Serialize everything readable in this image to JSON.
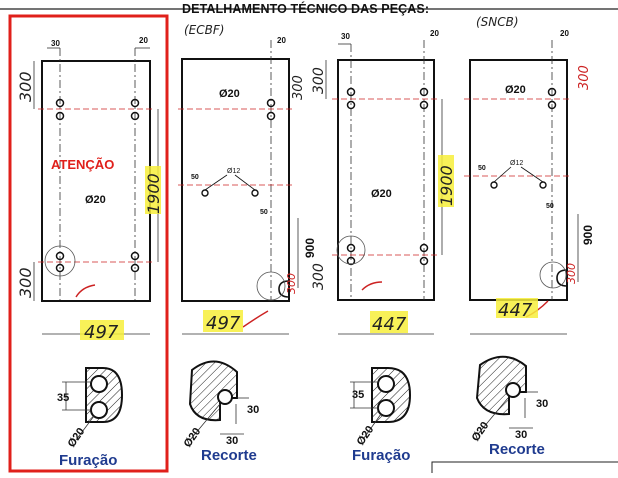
{
  "sheet": {
    "title": "DETALHAMENTO TÉCNICO DAS PEÇAS:",
    "handwritten_top_left": "(ECBF)",
    "handwritten_top_right": "(SNCB)",
    "warning_label": "ATENÇÃO",
    "highlight_color": "#f7ef3b",
    "frame_color": "#e0201b",
    "label_color": "#1f3b8f"
  },
  "panels": [
    {
      "type": "Furação",
      "hole_label": "Ø20",
      "top": "30",
      "right": "20",
      "height_top": "300",
      "total_height": "1900",
      "height_bottom": "300",
      "width": "497"
    },
    {
      "type": "Recorte",
      "hole_label": "Ø20",
      "small_hole": "Ø12",
      "dim_a": "50",
      "dim_b": "50",
      "right": "20",
      "height_top": "300",
      "height_900": "900",
      "height_bottom": "300",
      "width": "497"
    },
    {
      "type": "Furação",
      "hole_label": "Ø20",
      "top": "30",
      "right": "20",
      "height_top": "300",
      "total_height": "1900",
      "height_bottom": "300",
      "width": "447"
    },
    {
      "type": "Recorte",
      "hole_label": "Ø20",
      "small_hole": "Ø12",
      "dim_a": "50",
      "dim_b": "50",
      "right": "20",
      "height_top": "300",
      "height_900": "900",
      "height_bottom": "300",
      "width": "447"
    }
  ],
  "details": [
    {
      "label": "Furação",
      "dim": "35",
      "dia": "Ø20"
    },
    {
      "label": "Recorte",
      "dim_v": "30",
      "dim_h": "30",
      "dia": "Ø20"
    },
    {
      "label": "Furação",
      "dim": "35",
      "dia": "Ø20"
    },
    {
      "label": "Recorte",
      "dim_v": "30",
      "dim_h": "30",
      "dia": "Ø20"
    }
  ]
}
